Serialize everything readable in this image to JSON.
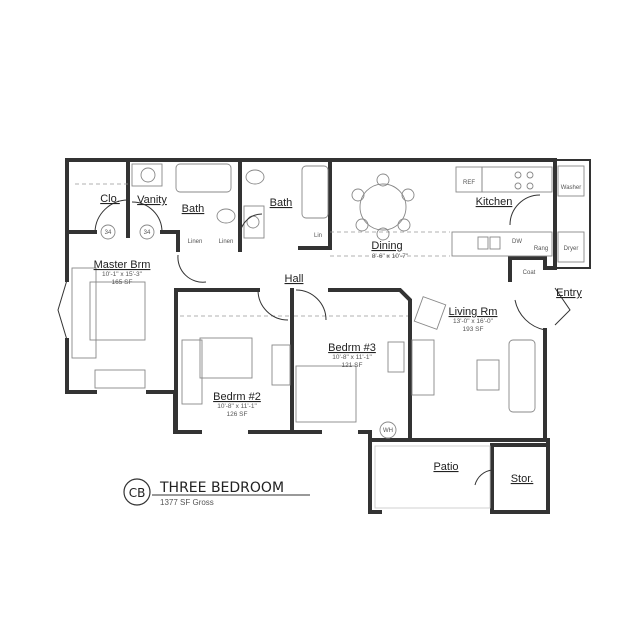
{
  "plan": {
    "code": "CB",
    "title": "THREE BEDROOM",
    "subtitle": "1377 SF Gross"
  },
  "rooms": {
    "closet": {
      "label": "Clo."
    },
    "vanity": {
      "label": "Vanity"
    },
    "bath1": {
      "label": "Bath"
    },
    "bath2": {
      "label": "Bath"
    },
    "dining": {
      "label": "Dining",
      "dims": "8'-6\" x 10'-7\""
    },
    "kitchen": {
      "label": "Kitchen"
    },
    "master": {
      "label": "Master Brm",
      "dims": "10'-1\" x 15'-3\"",
      "area": "165 SF"
    },
    "hall": {
      "label": "Hall"
    },
    "living": {
      "label": "Living Rm",
      "dims": "13'-0\" x 16'-0\"",
      "area": "193 SF"
    },
    "bedrm3": {
      "label": "Bedrm #3",
      "dims": "10'-8\" x 11'-1\"",
      "area": "121 SF"
    },
    "bedrm2": {
      "label": "Bedrm #2",
      "dims": "10'-8\" x 11'-1\"",
      "area": "126 SF"
    },
    "entry": {
      "label": "Entry"
    },
    "patio": {
      "label": "Patio"
    },
    "storage": {
      "label": "Stor."
    }
  },
  "fixtures": {
    "linen1": "Linen",
    "linen2": "Linen",
    "linen3": "Lin",
    "coat": "Coat",
    "ref": "REF",
    "washer": "Washer",
    "dryer": "Dryer",
    "dw": "DW",
    "range": "Rang",
    "door_size1": "34",
    "door_size2": "34",
    "water_heater": "WH"
  }
}
